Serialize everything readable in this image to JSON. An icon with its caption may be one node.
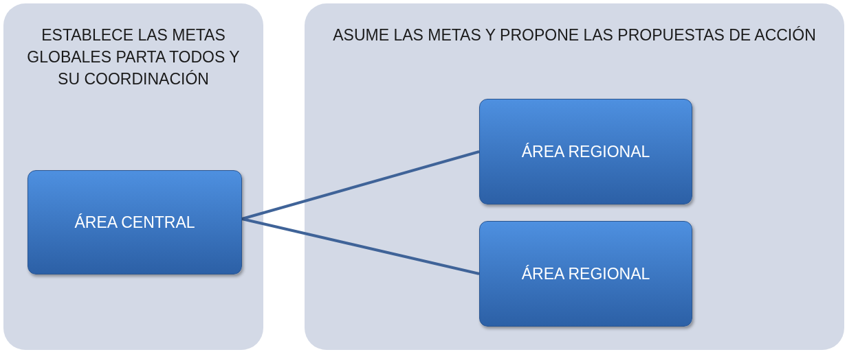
{
  "diagram": {
    "nodes": [
      {
        "text": [
          "ESTABLECE LAS METAS GLOBALES PARTA TODOS Y SU COORDINACIÓN"
        ]
      },
      {
        "text": [
          "ÁREA CENTRAL"
        ],
        "in": 0
      },
      {
        "text": [
          "ASUME LAS METAS Y PROPONE LAS PROPUESTAS DE ACCIÓN"
        ]
      },
      {
        "text": [
          "ÁREA REGIONAL"
        ],
        "in": 2
      },
      {
        "text": [
          "ÁREA REGIONAL"
        ],
        "in": 2
      }
    ],
    "edges": [
      {
        "from": 1,
        "to": 3,
        "arrow": "none"
      },
      {
        "from": 1,
        "to": 4,
        "arrow": "none"
      }
    ]
  }
}
